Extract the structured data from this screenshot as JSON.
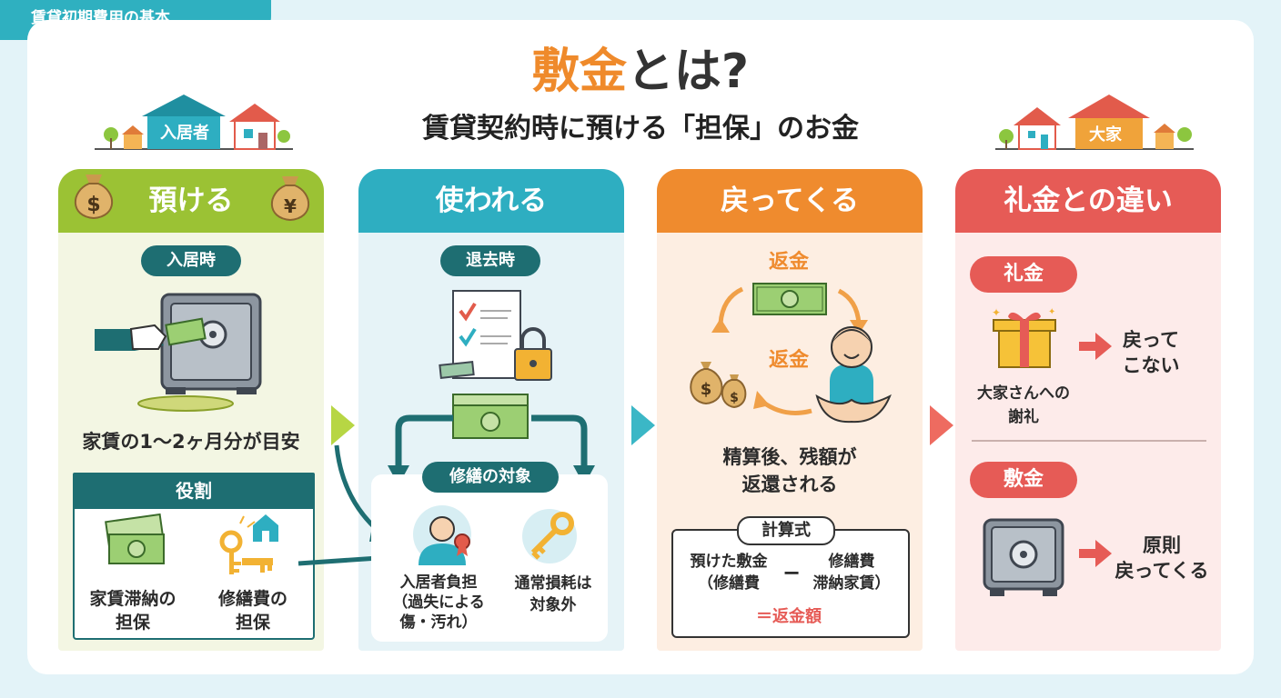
{
  "tag_label": "賃貸初期費用の基本",
  "title_highlight": "敷金",
  "title_rest": "とは?",
  "subtitle": "賃貸契約時に預ける「担保」のお金",
  "tenant_sign": "入居者",
  "landlord_sign": "大家",
  "panels": [
    {
      "header": "預ける",
      "pill": "入居時",
      "caption": "家賃の1〜2ヶ月分が目安",
      "role_header": "役割",
      "roles": [
        "家賃滞納の\n担保",
        "修繕費の\n担保"
      ]
    },
    {
      "header": "使われる",
      "pill": "退去時",
      "sub_header": "修繕の対象",
      "items": [
        "入居者負担\n（過失による\n傷・汚れ）",
        "通常損耗は\n対象外"
      ]
    },
    {
      "header": "戻ってくる",
      "refund_top": "返金",
      "refund_mid": "返金",
      "caption": "精算後、残額が\n返還される",
      "formula_title": "計算式",
      "formula_left": "預けた敷金\n（修繕費",
      "formula_op": "−",
      "formula_right": "修繕費\n滞納家賃）",
      "formula_result": "＝返金額"
    },
    {
      "header": "礼金との違い",
      "reikin_pill": "礼金",
      "reikin_caption": "大家さんへの\n謝礼",
      "reikin_result": "戻って\nこない",
      "shikikin_pill": "敷金",
      "shikikin_result": "原則\n戻ってくる"
    }
  ],
  "colors": {
    "green": "#9bc234",
    "teal": "#2eaec1",
    "orange": "#ef8b2e",
    "red": "#e65b56",
    "dark_teal": "#1e6e72"
  }
}
